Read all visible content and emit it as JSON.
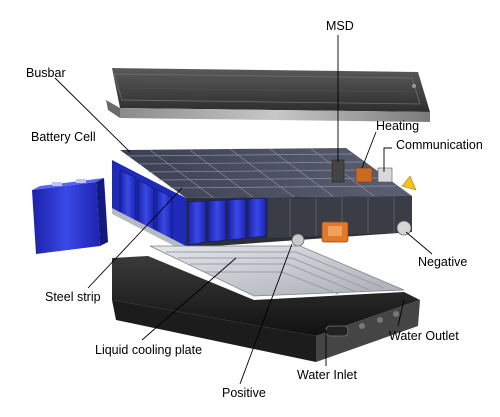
{
  "labels": {
    "msd": "MSD",
    "busbar": "Busbar",
    "heating": "Heating",
    "battery_cell": "Battery Cell",
    "communication": "Communication",
    "negative": "Negative",
    "steel_strip": "Steel strip",
    "water_outlet": "Water Outlet",
    "liquid_cooling_plate": "Liquid cooling plate",
    "water_inlet": "Water Inlet",
    "positive": "Positive"
  },
  "colors": {
    "cell_blue": "#2530c8",
    "casing_dark": "#2a2a2a",
    "connector_orange": "#e07a2a",
    "cooling_plate": "#c9ccd0",
    "leader_line": "#000000"
  }
}
